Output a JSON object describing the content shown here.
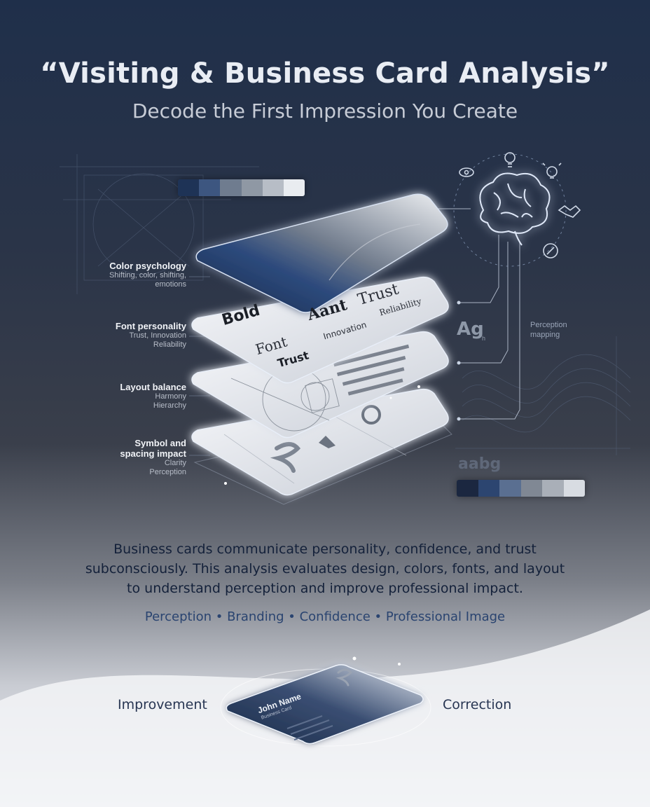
{
  "header": {
    "title": "“Visiting & Business Card Analysis”",
    "subtitle": "Decode the First Impression You Create"
  },
  "colors": {
    "navy": "#1f3a66",
    "steel": "#5a6a85",
    "gray": "#8b929c",
    "light": "#dfe3e9",
    "accent_text": "#2a4470"
  },
  "palette_top": [
    "#1e3356",
    "#3d5680",
    "#6f7c8f",
    "#8f98a4",
    "#b7bdc6",
    "#e9ecf0"
  ],
  "palette_bottom": [
    "#1b2740",
    "#2c4570",
    "#5a6f91",
    "#808894",
    "#a9afb8",
    "#d8dce2"
  ],
  "left_labels": [
    {
      "heading": "Color psychology",
      "sub1": "Shifting, color, shifting,",
      "sub2": "emotions"
    },
    {
      "heading": "Font personality",
      "sub1": "Trust, Innovation",
      "sub2": "Reliability"
    },
    {
      "heading": "Layout balance",
      "sub1": "Harmony",
      "sub2": "Hierarchy"
    },
    {
      "heading": "Symbol and",
      "heading2": "spacing impact",
      "sub1": "Clarity",
      "sub2": "Perception"
    }
  ],
  "font_card": {
    "bold": "Bold",
    "aant": "Aant",
    "trust": "Trust",
    "reliability": "Reliability",
    "font": "Font",
    "innovation": "Innovation",
    "trust2": "Trust"
  },
  "right_panel": {
    "perception_line1": "Perception",
    "perception_line2": "mapping",
    "ag_glyph": "Ag",
    "ag_small": "h",
    "aabg": "aabg",
    "icons": [
      "eye-icon",
      "lightbulb-icon",
      "idea-icon",
      "handshake-icon",
      "pen-icon",
      "brain-icon"
    ]
  },
  "body": {
    "paragraph_line1": "Business cards communicate personality, confidence, and trust",
    "paragraph_line2": "subconsciously. This analysis evaluates design, colors, fonts, and layout",
    "paragraph_line3": "to understand perception and improve professional impact.",
    "tags": "Perception • Branding • Confidence • Professional Image"
  },
  "bottom": {
    "left_word": "Improvement",
    "right_word": "Correction",
    "card_name": "John Name",
    "card_sub": "Business Card"
  }
}
